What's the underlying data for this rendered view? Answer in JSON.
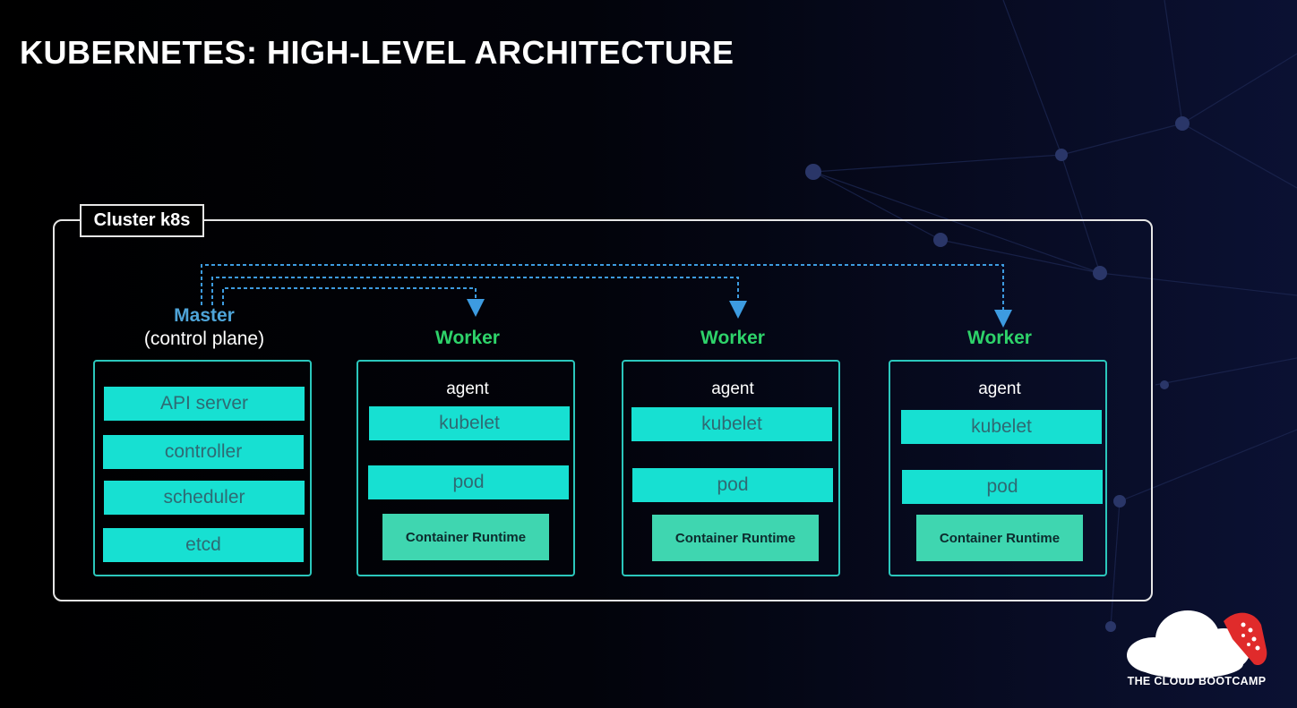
{
  "slide": {
    "title": "KUBERNETES: HIGH-LEVEL ARCHITECTURE"
  },
  "cluster": {
    "label": "Cluster k8s"
  },
  "master": {
    "title": "Master",
    "subtitle": "(control plane)",
    "components": [
      "API server",
      "controller",
      "scheduler",
      "etcd"
    ]
  },
  "workers": [
    {
      "title": "Worker",
      "agent": "agent",
      "kubelet": "kubelet",
      "pod": "pod",
      "runtime": "Container Runtime"
    },
    {
      "title": "Worker",
      "agent": "agent",
      "kubelet": "kubelet",
      "pod": "pod",
      "runtime": "Container Runtime"
    },
    {
      "title": "Worker",
      "agent": "agent",
      "kubelet": "kubelet",
      "pod": "pod",
      "runtime": "Container Runtime"
    }
  ],
  "logo": {
    "text": "THE CLOUD BOOTCAMP"
  },
  "colors": {
    "master_title": "#4ea4d8",
    "worker_title": "#2ed36a",
    "component_fill": "#17e0d2",
    "runtime_fill": "#3fd6b0",
    "box_border": "#2bc7bc",
    "connector": "#3d9be0"
  }
}
